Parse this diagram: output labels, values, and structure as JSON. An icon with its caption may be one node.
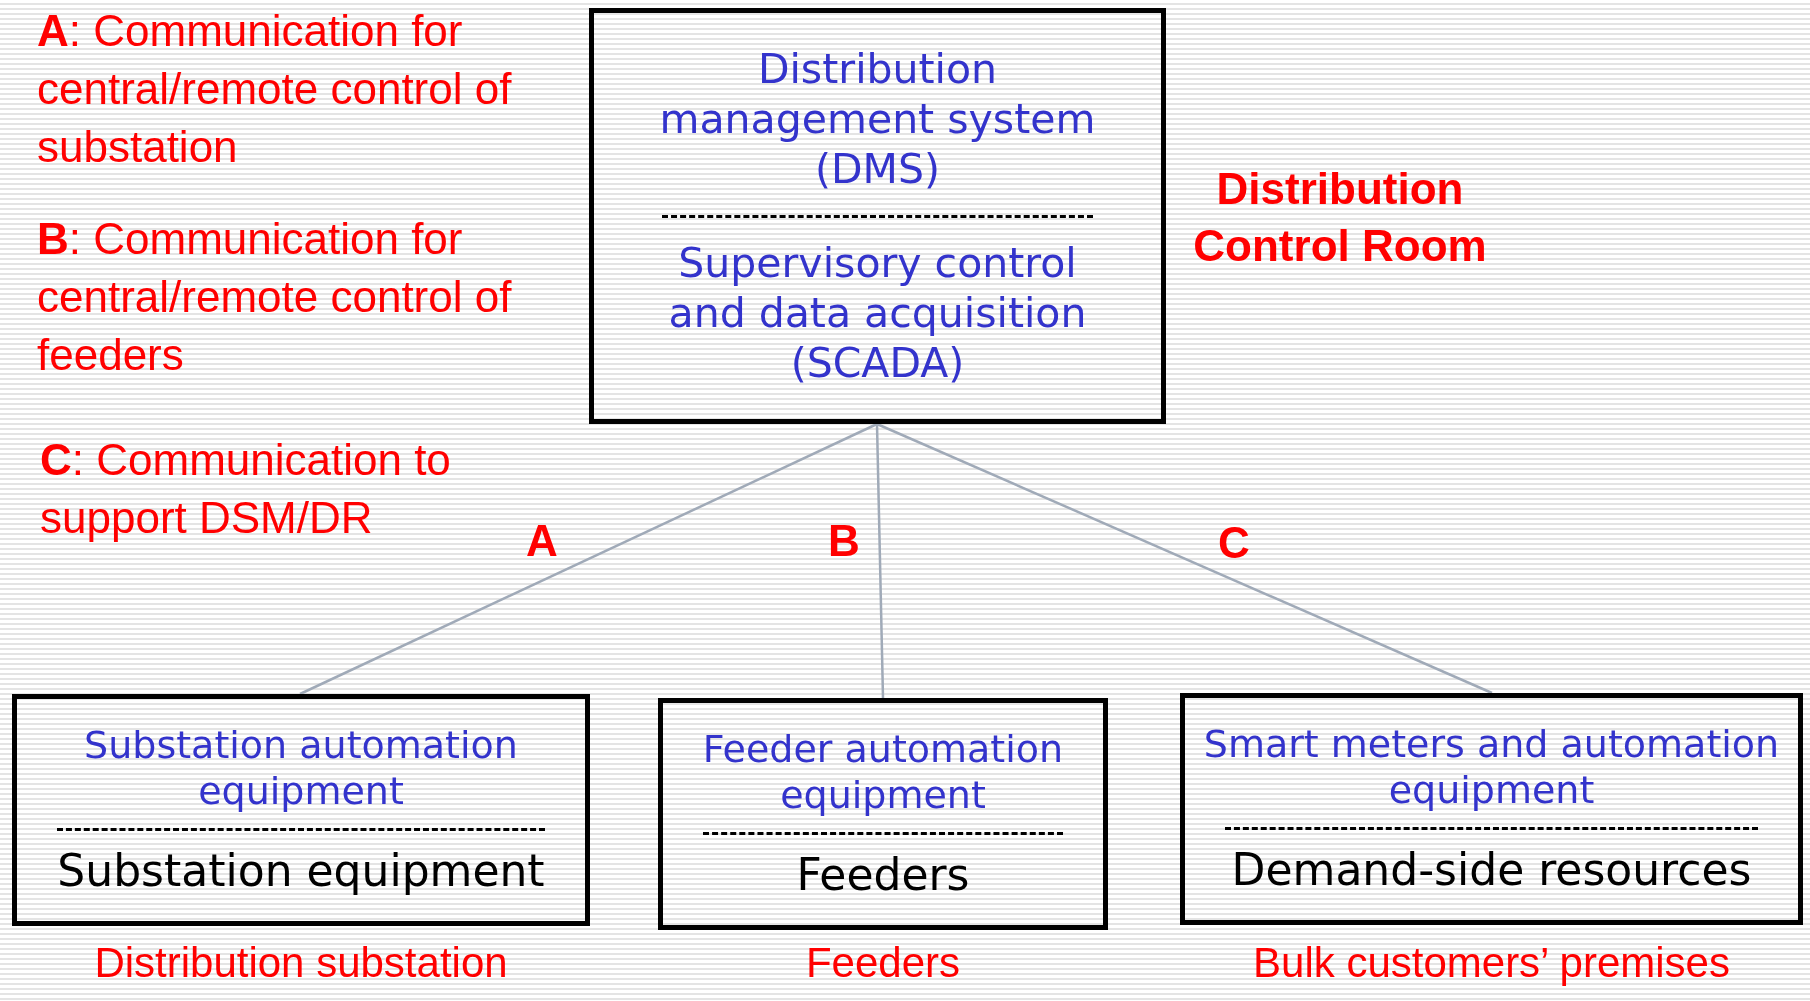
{
  "diagram": {
    "nodes": [
      {
        "text": [
          "Distribution management system (DMS)",
          "Supervisory control and data acquisition (SCADA)"
        ],
        "beside": [
          "Distribution Control Room"
        ]
      },
      {
        "text": [
          "Substation automation equipment",
          "Substation equipment"
        ],
        "beside": [
          "Distribution substation"
        ]
      },
      {
        "text": [
          "Feeder automation equipment",
          "Feeders"
        ],
        "beside": [
          "Feeders"
        ]
      },
      {
        "text": [
          "Smart meters and automation equipment",
          "Demand-side resources"
        ],
        "beside": [
          "Bulk customers’ premises"
        ]
      }
    ],
    "edges": [
      {
        "from": 0,
        "to": 1,
        "arrow": "none",
        "label": "A"
      },
      {
        "from": 0,
        "to": 2,
        "arrow": "none",
        "label": "B"
      },
      {
        "from": 0,
        "to": 3,
        "arrow": "none",
        "label": "C"
      }
    ],
    "labels": [
      "**A**: Communication for central/remote control of substation",
      "**B**: Communication for central/remote control of feeders",
      "**C**: Communication to support DSM/DR"
    ]
  }
}
